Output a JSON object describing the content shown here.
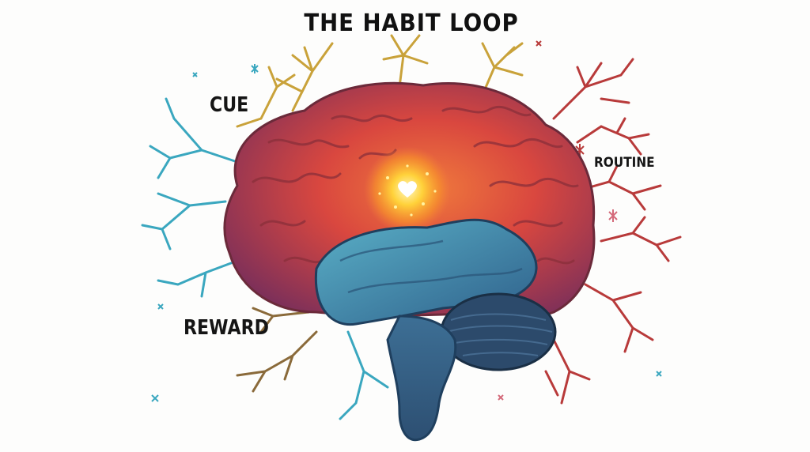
{
  "title": "THE HABIT LOOP",
  "labels": {
    "cue": "CUE",
    "routine": "ROUTINE",
    "reward": "REWARD"
  },
  "colors": {
    "cue_branch": "#c9a23a",
    "routine_branch": "#b83a3a",
    "reward_branch": "#8a6a3a",
    "neuron_teal": "#3aa7bf",
    "cortex": "#d94f45",
    "temporal_lobe": "#3f86a8",
    "cerebellum": "#2c4a6b",
    "glow": "#ffd23a"
  },
  "icons": {
    "center": "heart-icon"
  }
}
